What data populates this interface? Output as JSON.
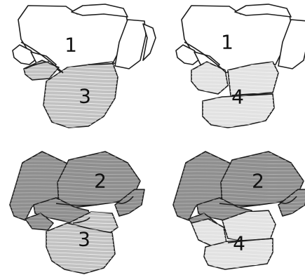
{
  "colors": {
    "white": "#ffffff",
    "light": "#e2e2e2",
    "medium": "#c2c2c2",
    "dark": "#8f8f8f",
    "outline": "#1e1e1e",
    "texture_light": "#f3f3f3",
    "texture_dark": "#b8b8b8"
  },
  "panels": [
    {
      "name": "top-left",
      "stones": [
        {
          "label": "1",
          "fill": "white",
          "texture": false
        },
        {
          "label": "",
          "fill": "white",
          "texture": false
        },
        {
          "label": "",
          "fill": "white",
          "texture": false
        },
        {
          "label": "",
          "fill": "white",
          "texture": false
        },
        {
          "label": "",
          "fill": "white",
          "texture": false
        },
        {
          "label": "",
          "fill": "white",
          "texture": false
        },
        {
          "label": "",
          "fill": "medium",
          "texture": true
        },
        {
          "label": "3",
          "fill": "medium",
          "texture": true
        }
      ]
    },
    {
      "name": "top-right",
      "stones": [
        {
          "label": "1",
          "fill": "white",
          "texture": false
        },
        {
          "label": "",
          "fill": "white",
          "texture": false
        },
        {
          "label": "",
          "fill": "white",
          "texture": false
        },
        {
          "label": "",
          "fill": "white",
          "texture": false
        },
        {
          "label": "",
          "fill": "white",
          "texture": false
        },
        {
          "label": "",
          "fill": "white",
          "texture": false
        },
        {
          "label": "",
          "fill": "light",
          "texture": true
        },
        {
          "label": "",
          "fill": "light",
          "texture": true
        },
        {
          "label": "4",
          "fill": "light",
          "texture": true
        }
      ]
    },
    {
      "name": "bottom-left",
      "stones": [
        {
          "label": "",
          "fill": "dark",
          "texture": true
        },
        {
          "label": "2",
          "fill": "dark",
          "texture": true
        },
        {
          "label": "",
          "fill": "dark",
          "texture": true
        },
        {
          "label": "",
          "fill": "dark",
          "texture": true
        },
        {
          "label": "",
          "fill": "dark",
          "texture": true
        },
        {
          "label": "",
          "fill": "medium",
          "texture": true
        },
        {
          "label": "3",
          "fill": "medium",
          "texture": true
        }
      ]
    },
    {
      "name": "bottom-right",
      "stones": [
        {
          "label": "",
          "fill": "dark",
          "texture": true
        },
        {
          "label": "2",
          "fill": "dark",
          "texture": true
        },
        {
          "label": "",
          "fill": "dark",
          "texture": true
        },
        {
          "label": "",
          "fill": "dark",
          "texture": true
        },
        {
          "label": "",
          "fill": "dark",
          "texture": true
        },
        {
          "label": "",
          "fill": "light",
          "texture": true
        },
        {
          "label": "",
          "fill": "light",
          "texture": true
        },
        {
          "label": "4",
          "fill": "light",
          "texture": true
        }
      ]
    }
  ]
}
